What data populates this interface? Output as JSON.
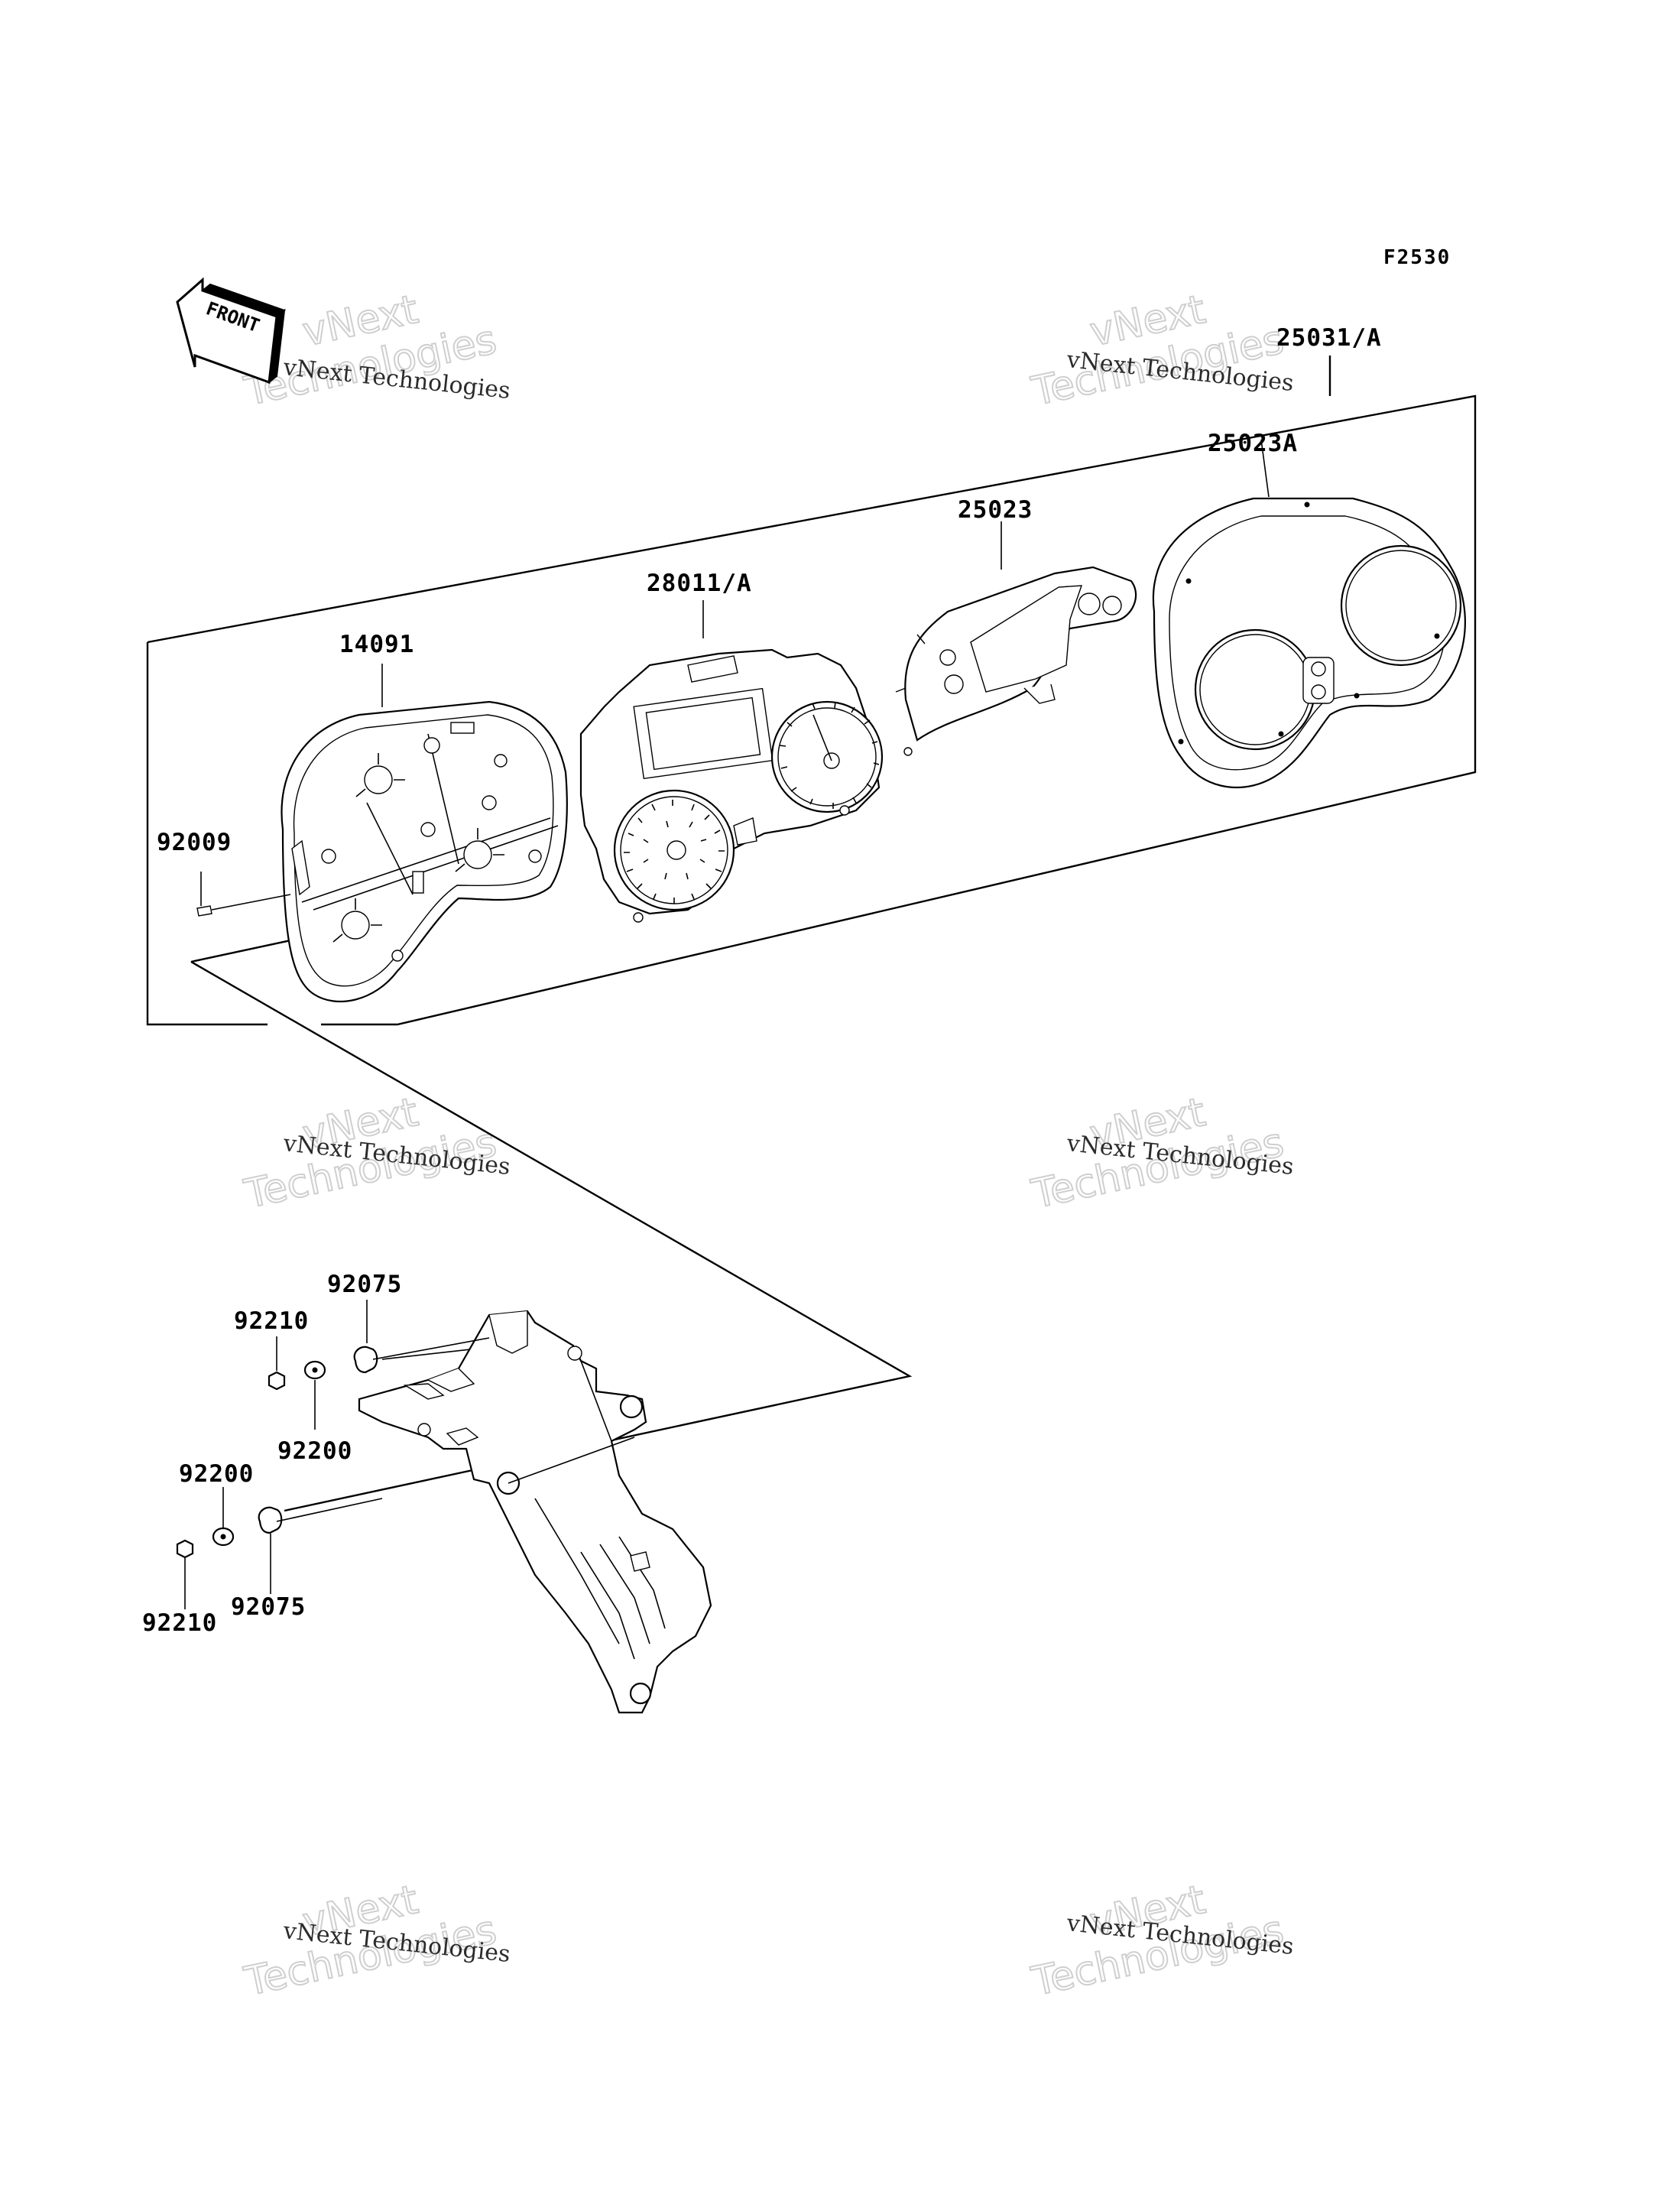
{
  "diagram": {
    "figure_code": "F2530",
    "front_arrow_label": "FRONT",
    "part_labels": {
      "p25031A": "25031/A",
      "p25023A": "25023A",
      "p25023": "25023",
      "p28011A": "28011/A",
      "p14091": "14091",
      "p92009": "92009",
      "p92075_top": "92075",
      "p92210_top": "92210",
      "p92200_top": "92200",
      "p92200_bottom": "92200",
      "p92075_bottom": "92075",
      "p92210_bottom": "92210"
    },
    "watermark": {
      "small": "vNext Technologies",
      "big_line1": "vNext",
      "big_line2": "Technologies"
    }
  }
}
